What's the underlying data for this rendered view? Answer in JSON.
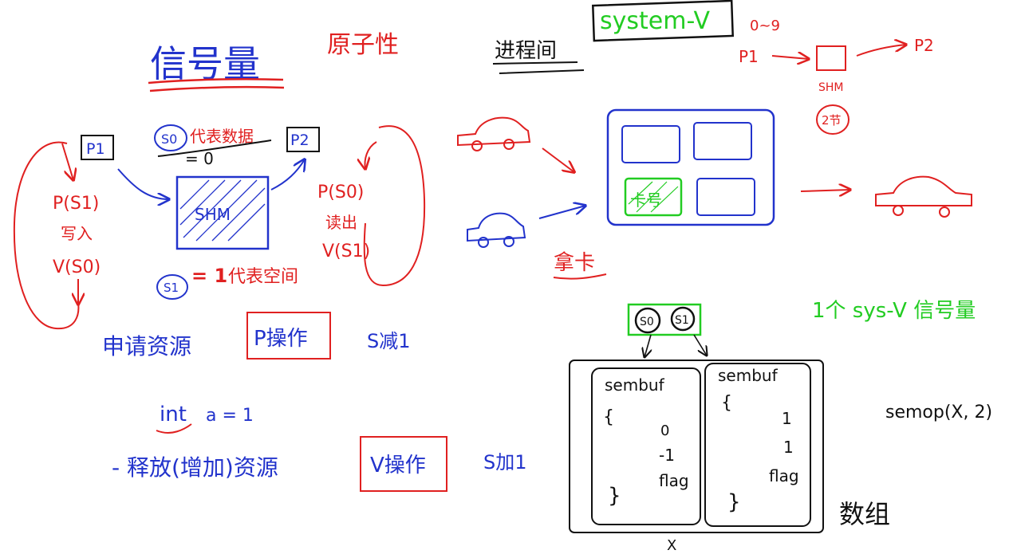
{
  "colors": {
    "blue": "#2233cc",
    "red": "#e02020",
    "green": "#22cc22",
    "black": "#111111",
    "background": "#ffffff"
  },
  "left_diagram": {
    "title": "信号量",
    "subtitle": "原子性",
    "p1": "P1",
    "p2": "P2",
    "shm": "SHM",
    "s0_badge": "S0",
    "s0_note": "代表数据",
    "s0_value": "= 0",
    "s1_badge": "S1",
    "s1_value": "= 1",
    "s1_note": "代表空间",
    "writer_steps": [
      "P(S1)",
      "写入",
      "V(S0)"
    ],
    "reader_steps": [
      "P(S0)",
      "读出",
      "V(S1)"
    ],
    "apply_resource": "申请资源",
    "p_operation": "P操作",
    "s_decrement": "S减1",
    "int_keyword": "int",
    "int_rest": "a = 1",
    "release_resource": "- 释放(增加)资源",
    "v_operation": "V操作",
    "s_increment": "S加1"
  },
  "right_diagram": {
    "ipc_label": "进程间",
    "system_v": "system-V",
    "range": "0~9",
    "p1": "P1",
    "p2": "P2",
    "shm": "SHM",
    "size": "2节",
    "grab_card": "拿卡",
    "card_text": "卡号",
    "one_sysv_sem": "1个 sys-V 信号量",
    "s0": "S0",
    "s1": "S1",
    "sembuf_left": "sembuf",
    "sembuf_right": "sembuf",
    "brace_open": "{",
    "brace_close": "}",
    "left_values": [
      "0",
      "-1"
    ],
    "right_values": [
      "1",
      "1"
    ],
    "flag": "flag",
    "x_label": "X",
    "semop_call": "semop(X, 2)",
    "array_label": "数组"
  }
}
